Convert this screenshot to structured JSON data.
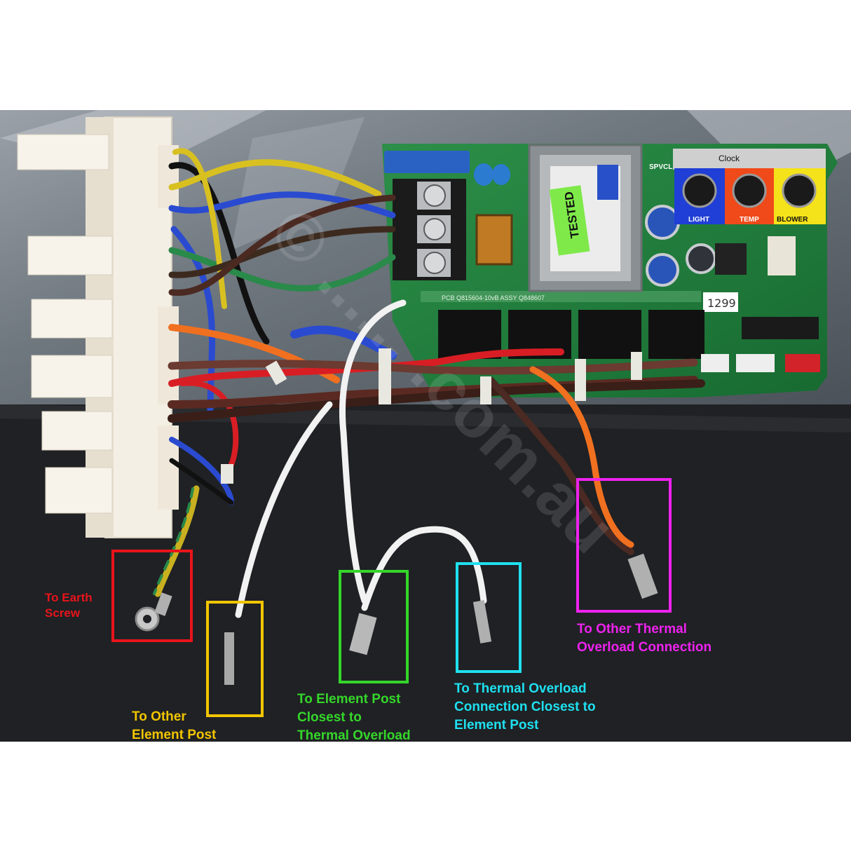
{
  "board": {
    "clock_label": "Clock",
    "port_labels": [
      "LIGHT",
      "TEMP",
      "BLOWER"
    ],
    "sticker_text": "TESTED",
    "model_text": "SPVCL",
    "handwritten_number": "1299",
    "pcb_text": "PCB  Q815604-10vB ASSY  Q848607"
  },
  "watermark": "© ...... .com.au",
  "callouts": [
    {
      "name": "earth-screw",
      "color": "#e8141b",
      "text": "To Earth\nScrew"
    },
    {
      "name": "other-element-post",
      "color": "#f2c500",
      "text": "To Other\nElement Post"
    },
    {
      "name": "element-post-closest",
      "color": "#35d62a",
      "text": "To Element Post\nClosest to\nThermal Overload"
    },
    {
      "name": "thermal-overload-closest",
      "color": "#1fe0f0",
      "text": "To Thermal Overload\nConnection Closest to\nElement Post"
    },
    {
      "name": "other-thermal-overload",
      "color": "#ee22ee",
      "text": "To Other Thermal\nOverload Connection"
    }
  ],
  "colors": {
    "bench": "#1f2124",
    "pcb": "#1f7a3a",
    "light_port": "#1f3fd6",
    "temp_port": "#f04a1a",
    "blower_port": "#f4e21a"
  }
}
